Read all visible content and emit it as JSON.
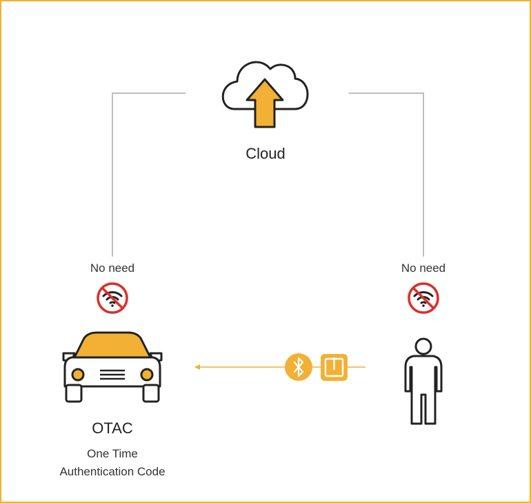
{
  "cloud": {
    "label": "Cloud"
  },
  "car": {
    "no_need_label": "No need"
  },
  "person": {
    "no_need_label": "No need"
  },
  "otac": {
    "title": "OTAC",
    "subtitle_line1": "One Time",
    "subtitle_line2": "Authentication Code"
  },
  "icons": {
    "cloud": "cloud-upload-icon",
    "no_wifi": "no-wifi-icon",
    "car": "car-icon",
    "person": "person-icon",
    "bluetooth": "bluetooth-icon",
    "nfc": "nfc-tag-icon"
  },
  "colors": {
    "accent": "#F2B134",
    "line": "#BDBDBD",
    "forbidden": "#D9302C",
    "outline": "#222222"
  }
}
